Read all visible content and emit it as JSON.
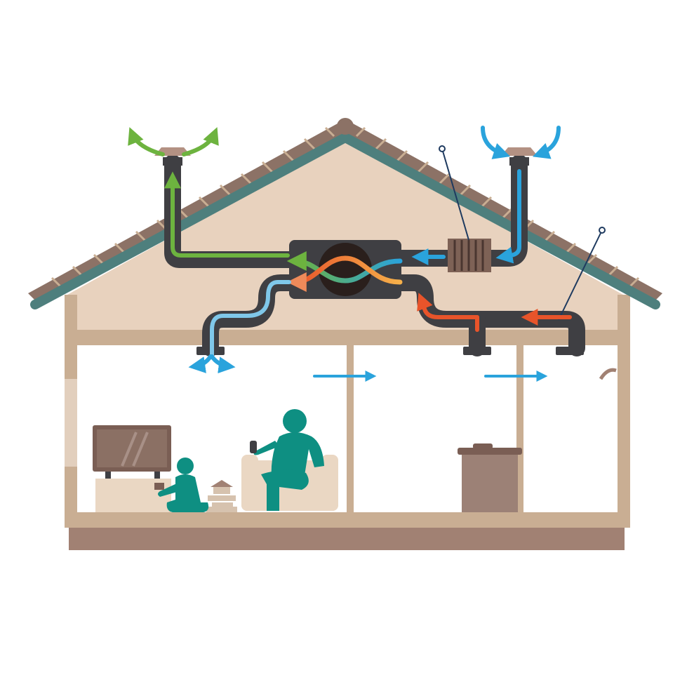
{
  "diagram": {
    "subject": "house-with-heat-recovery-ventilation",
    "flows": [
      {
        "name": "fresh-outdoor-air-intake",
        "color": "#2AA3DC"
      },
      {
        "name": "filtered-supply-air",
        "color": "#7FC7E9"
      },
      {
        "name": "warm-stale-extract-air",
        "color": "#E8542A"
      },
      {
        "name": "exhaust-air-outlet",
        "color": "#6DB33F"
      }
    ],
    "colors": {
      "roof_tiles": "#8C7266",
      "roof_trim": "#4E7F7D",
      "attic_fill": "#E8D2BE",
      "wall_frame": "#C9AE93",
      "ducts": "#3F3F43",
      "people": "#0E8F82",
      "furniture": "#EAD7C3",
      "foundation": "#A18173"
    },
    "icons": [
      "exhaust-cap-icon",
      "intake-cap-icon",
      "heat-exchanger-icon",
      "filter-icon",
      "tv-icon",
      "sofa-icon",
      "toy-blocks-icon",
      "laundry-basket-icon"
    ]
  }
}
